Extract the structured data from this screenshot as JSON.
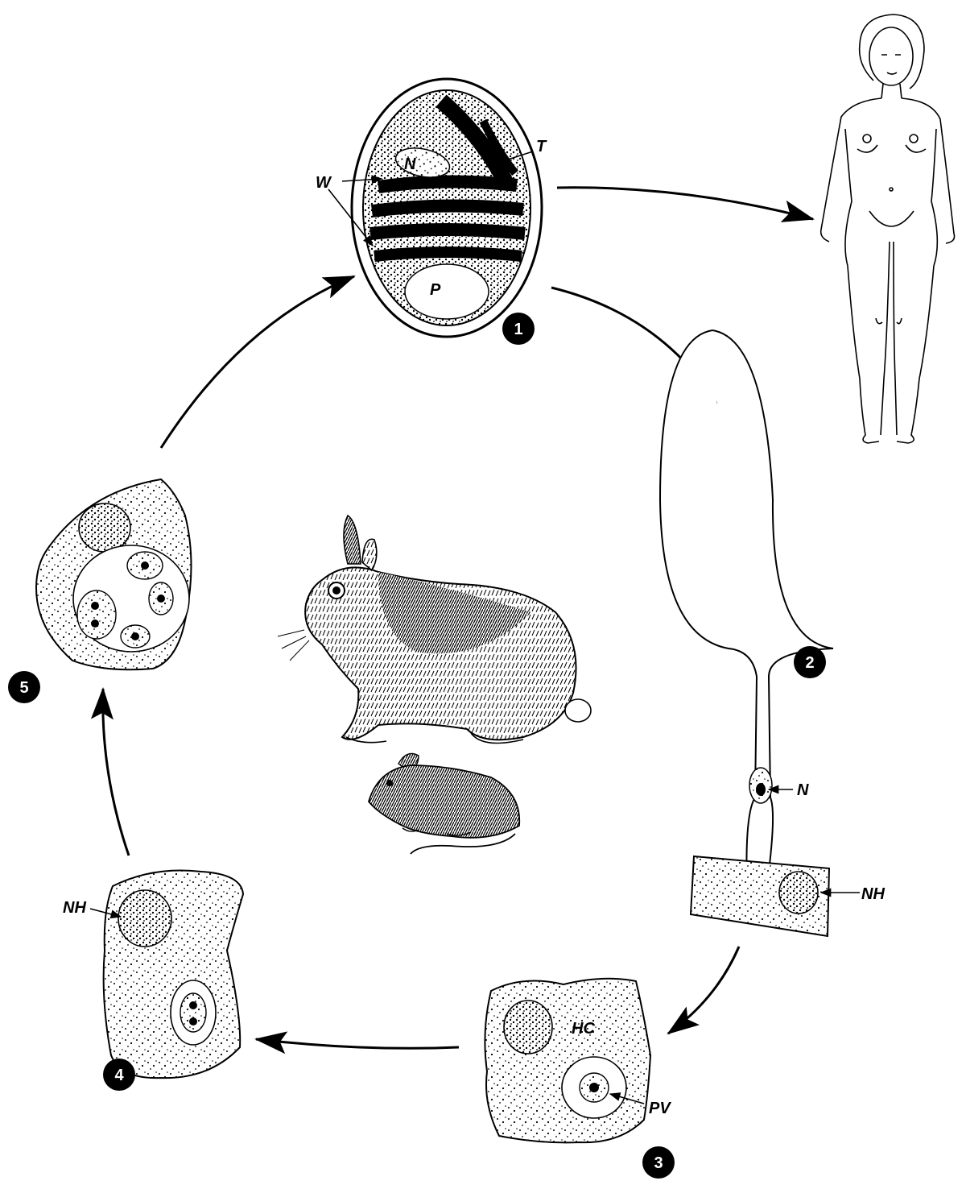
{
  "steps": [
    {
      "number": "1"
    },
    {
      "number": "2"
    },
    {
      "number": "3"
    },
    {
      "number": "4"
    },
    {
      "number": "5"
    }
  ],
  "labels": {
    "spore_W": "W",
    "spore_N": "N",
    "spore_T": "T",
    "spore_P": "P",
    "germ_N": "N",
    "germ_NH": "NH",
    "cell3_HC": "HC",
    "cell3_PV": "PV",
    "cell4_NH": "NH"
  },
  "icons": [
    "human-female-figure",
    "rabbit-illustration",
    "mouse-illustration"
  ],
  "colors": {
    "ink": "#000000",
    "background": "#ffffff"
  }
}
